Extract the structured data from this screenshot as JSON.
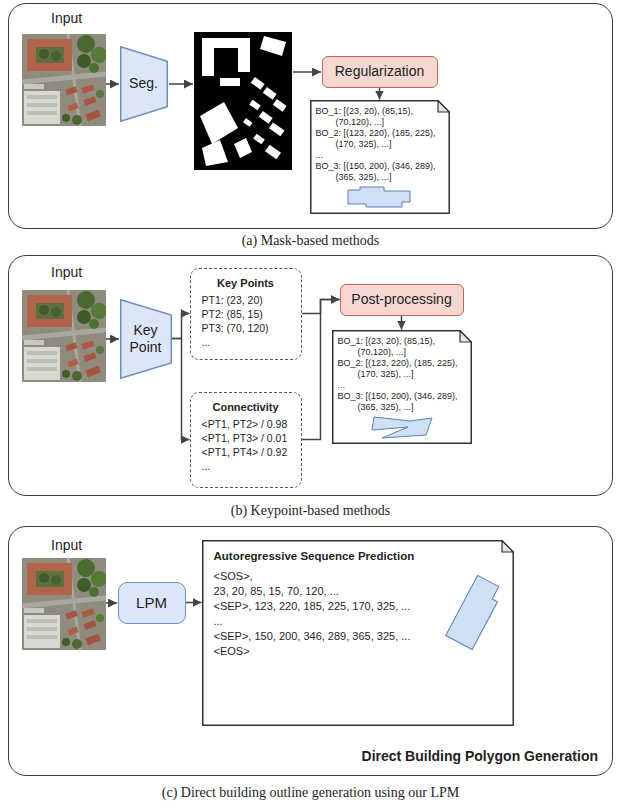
{
  "diagram": {
    "nodes": [
      {
        "text": [
          "Input"
        ]
      },
      {
        "text": [
          "Seg."
        ],
        "in": 0
      },
      {
        "text": [
          "Regularization"
        ],
        "in": 0
      },
      {
        "text": [
          "BO_1: [(23, 20), (85,15), (70,120), ...]",
          "BO_2: [(123, 220), (185, 225), (170, 325), ...]",
          "...",
          "BO_3: [(150, 200), (346, 289), (365, 325), ...]"
        ],
        "in": 0
      },
      {
        "text": [
          "Input"
        ]
      },
      {
        "text": [
          "Key Point"
        ],
        "in": 4
      },
      {
        "text": [
          "Key Points",
          "PT1: (23, 20)",
          "PT2: (85, 15)",
          "PT3: (70, 120)",
          "..."
        ],
        "in": 4
      },
      {
        "text": [
          "Connectivity",
          "<PT1, PT2> / 0.98",
          "<PT1, PT3> / 0.01",
          "<PT1, PT4> / 0.92",
          "..."
        ],
        "in": 4
      },
      {
        "text": [
          "Post-processing"
        ],
        "in": 4
      },
      {
        "text": [
          "BO_1: [(23, 20), (85,15), (70,120), ...]",
          "BO_2: [(123, 220), (185, 225), (170, 325), ...]",
          "...",
          "BO_3: [(150, 200), (346, 289), (365, 325), ...]"
        ],
        "in": 4
      },
      {
        "text": [
          "Input",
          "Direct Building Polygon Generation"
        ]
      },
      {
        "text": [
          "LPM"
        ],
        "in": 10
      },
      {
        "text": [
          "Autoregressive Sequence Prediction",
          "<SOS>,",
          "23, 20, 85, 15, 70, 120, ...",
          "<SEP>, 123, 220, 185, 225, 170, 325, ...",
          "...",
          "<SEP>, 150, 200, 346, 289, 365, 325, ...",
          "<EOS>"
        ],
        "in": 10
      }
    ],
    "edges": [
      {
        "from": 2,
        "to": 3,
        "arrow": "to"
      },
      {
        "from": 5,
        "to": 6,
        "arrow": "to"
      },
      {
        "from": 5,
        "to": 7,
        "arrow": "to"
      },
      {
        "from": 6,
        "to": 8,
        "arrow": "to"
      },
      {
        "from": 7,
        "to": 8,
        "arrow": "to"
      },
      {
        "from": 8,
        "to": 9,
        "arrow": "to"
      },
      {
        "from": 11,
        "to": 12,
        "arrow": "to"
      }
    ],
    "labels": [
      "(a) Mask-based methods",
      "(b) Keypoint-based methods",
      "(c) Direct building outline generation using our LPM"
    ]
  }
}
